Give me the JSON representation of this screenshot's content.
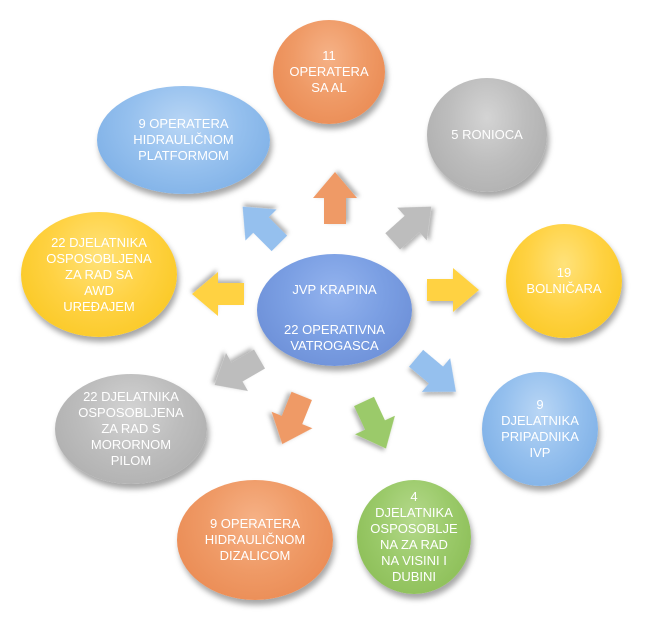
{
  "center": {
    "title": "JVP KRAPINA",
    "subtitle": "22 OPERATIVNA\nVATROGASCA"
  },
  "nodes": [
    {
      "text": "11\nOPERATERA\nSA AL",
      "color": "orange"
    },
    {
      "text": "5 RONIOCA",
      "color": "gray"
    },
    {
      "text": "19\nBOLNIČARA",
      "color": "yellow"
    },
    {
      "text": "9\nDJELATNIKA\nPRIPADNIKA\nIVP",
      "color": "blue"
    },
    {
      "text": "4\nDJELATNIKA\nOSPOSOBLJE\nNA ZA RAD\nNA VISINI I\nDUBINI",
      "color": "green"
    },
    {
      "text": "9 OPERATERA\nHIDRAULIČNOM\nDIZALICOM",
      "color": "orange"
    },
    {
      "text": "22 DJELATNIKA\nOSPOSOBLJENA\nZA RAD S\nMORORNOM\nPILOM",
      "color": "gray"
    },
    {
      "text": "22 DJELATNIKA\nOSPOSOBLJENA\nZA RAD SA\nAWD\nUREĐAJEM",
      "color": "yellow"
    },
    {
      "text": "9 OPERATERA\nHIDRAULIČNOM\nPLATFORMOM",
      "color": "blue"
    }
  ],
  "colors": {
    "orange": "#ef9a66",
    "gray": "#bdbdbd",
    "yellow": "#ffd243",
    "blue": "#95c0ee",
    "green": "#9bca6a",
    "center": "#7b9fe3"
  }
}
